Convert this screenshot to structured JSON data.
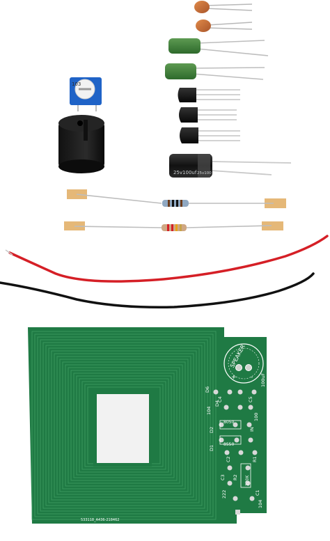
{
  "image": {
    "subject": "metal detector DIY kit components with PCB coil board"
  },
  "potentiometer": {
    "marking": "103"
  },
  "electrolytic_capacitor": {
    "marking_left": "25v100uf",
    "marking_right": "25v100"
  },
  "pcb": {
    "speaker_label": "SPEAKER",
    "serial": "533118_A436-218462",
    "silkscreen": [
      "D6",
      "104",
      "D4",
      "D2",
      "D1",
      "C4",
      "C5",
      "100",
      "IN",
      "C2",
      "C3",
      "R1",
      "R2",
      "220K",
      "222",
      "C1",
      "104",
      "100uF",
      "+",
      "-",
      "8050",
      "8550"
    ]
  },
  "colors": {
    "pcb_green": "#1f7a44",
    "wire_red": "#d51f26",
    "wire_black": "#111111",
    "resistor_body": "#8fa8c2"
  }
}
